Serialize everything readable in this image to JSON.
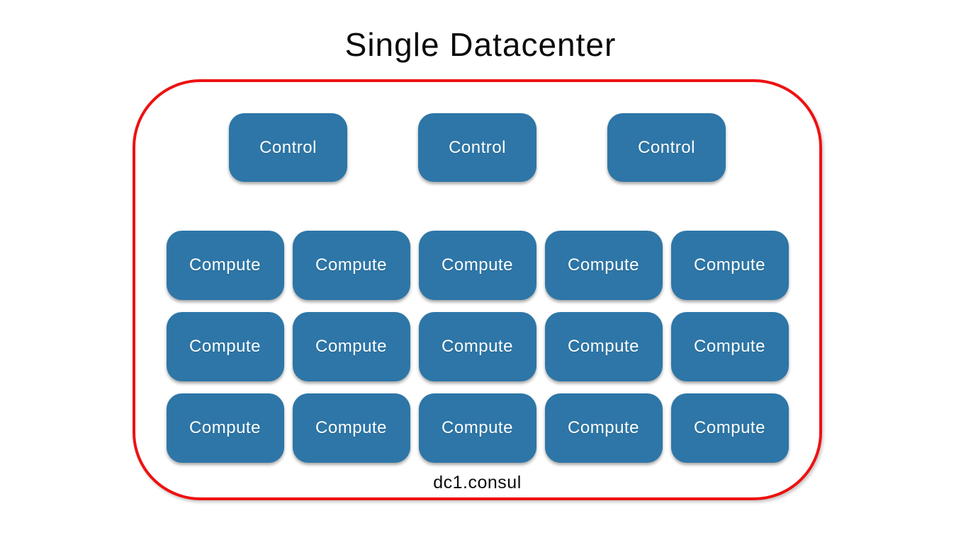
{
  "page": {
    "title": "Single Datacenter"
  },
  "diagram": {
    "cluster_label": "dc1.consul",
    "colors": {
      "node_fill": "#2d76a7",
      "node_text": "#ffffff",
      "cluster_border": "#ee1111",
      "title_text": "#0b0b0b"
    },
    "control_nodes": [
      "Control",
      "Control",
      "Control"
    ],
    "compute_rows": [
      [
        "Compute",
        "Compute",
        "Compute",
        "Compute",
        "Compute"
      ],
      [
        "Compute",
        "Compute",
        "Compute",
        "Compute",
        "Compute"
      ],
      [
        "Compute",
        "Compute",
        "Compute",
        "Compute",
        "Compute"
      ]
    ]
  }
}
